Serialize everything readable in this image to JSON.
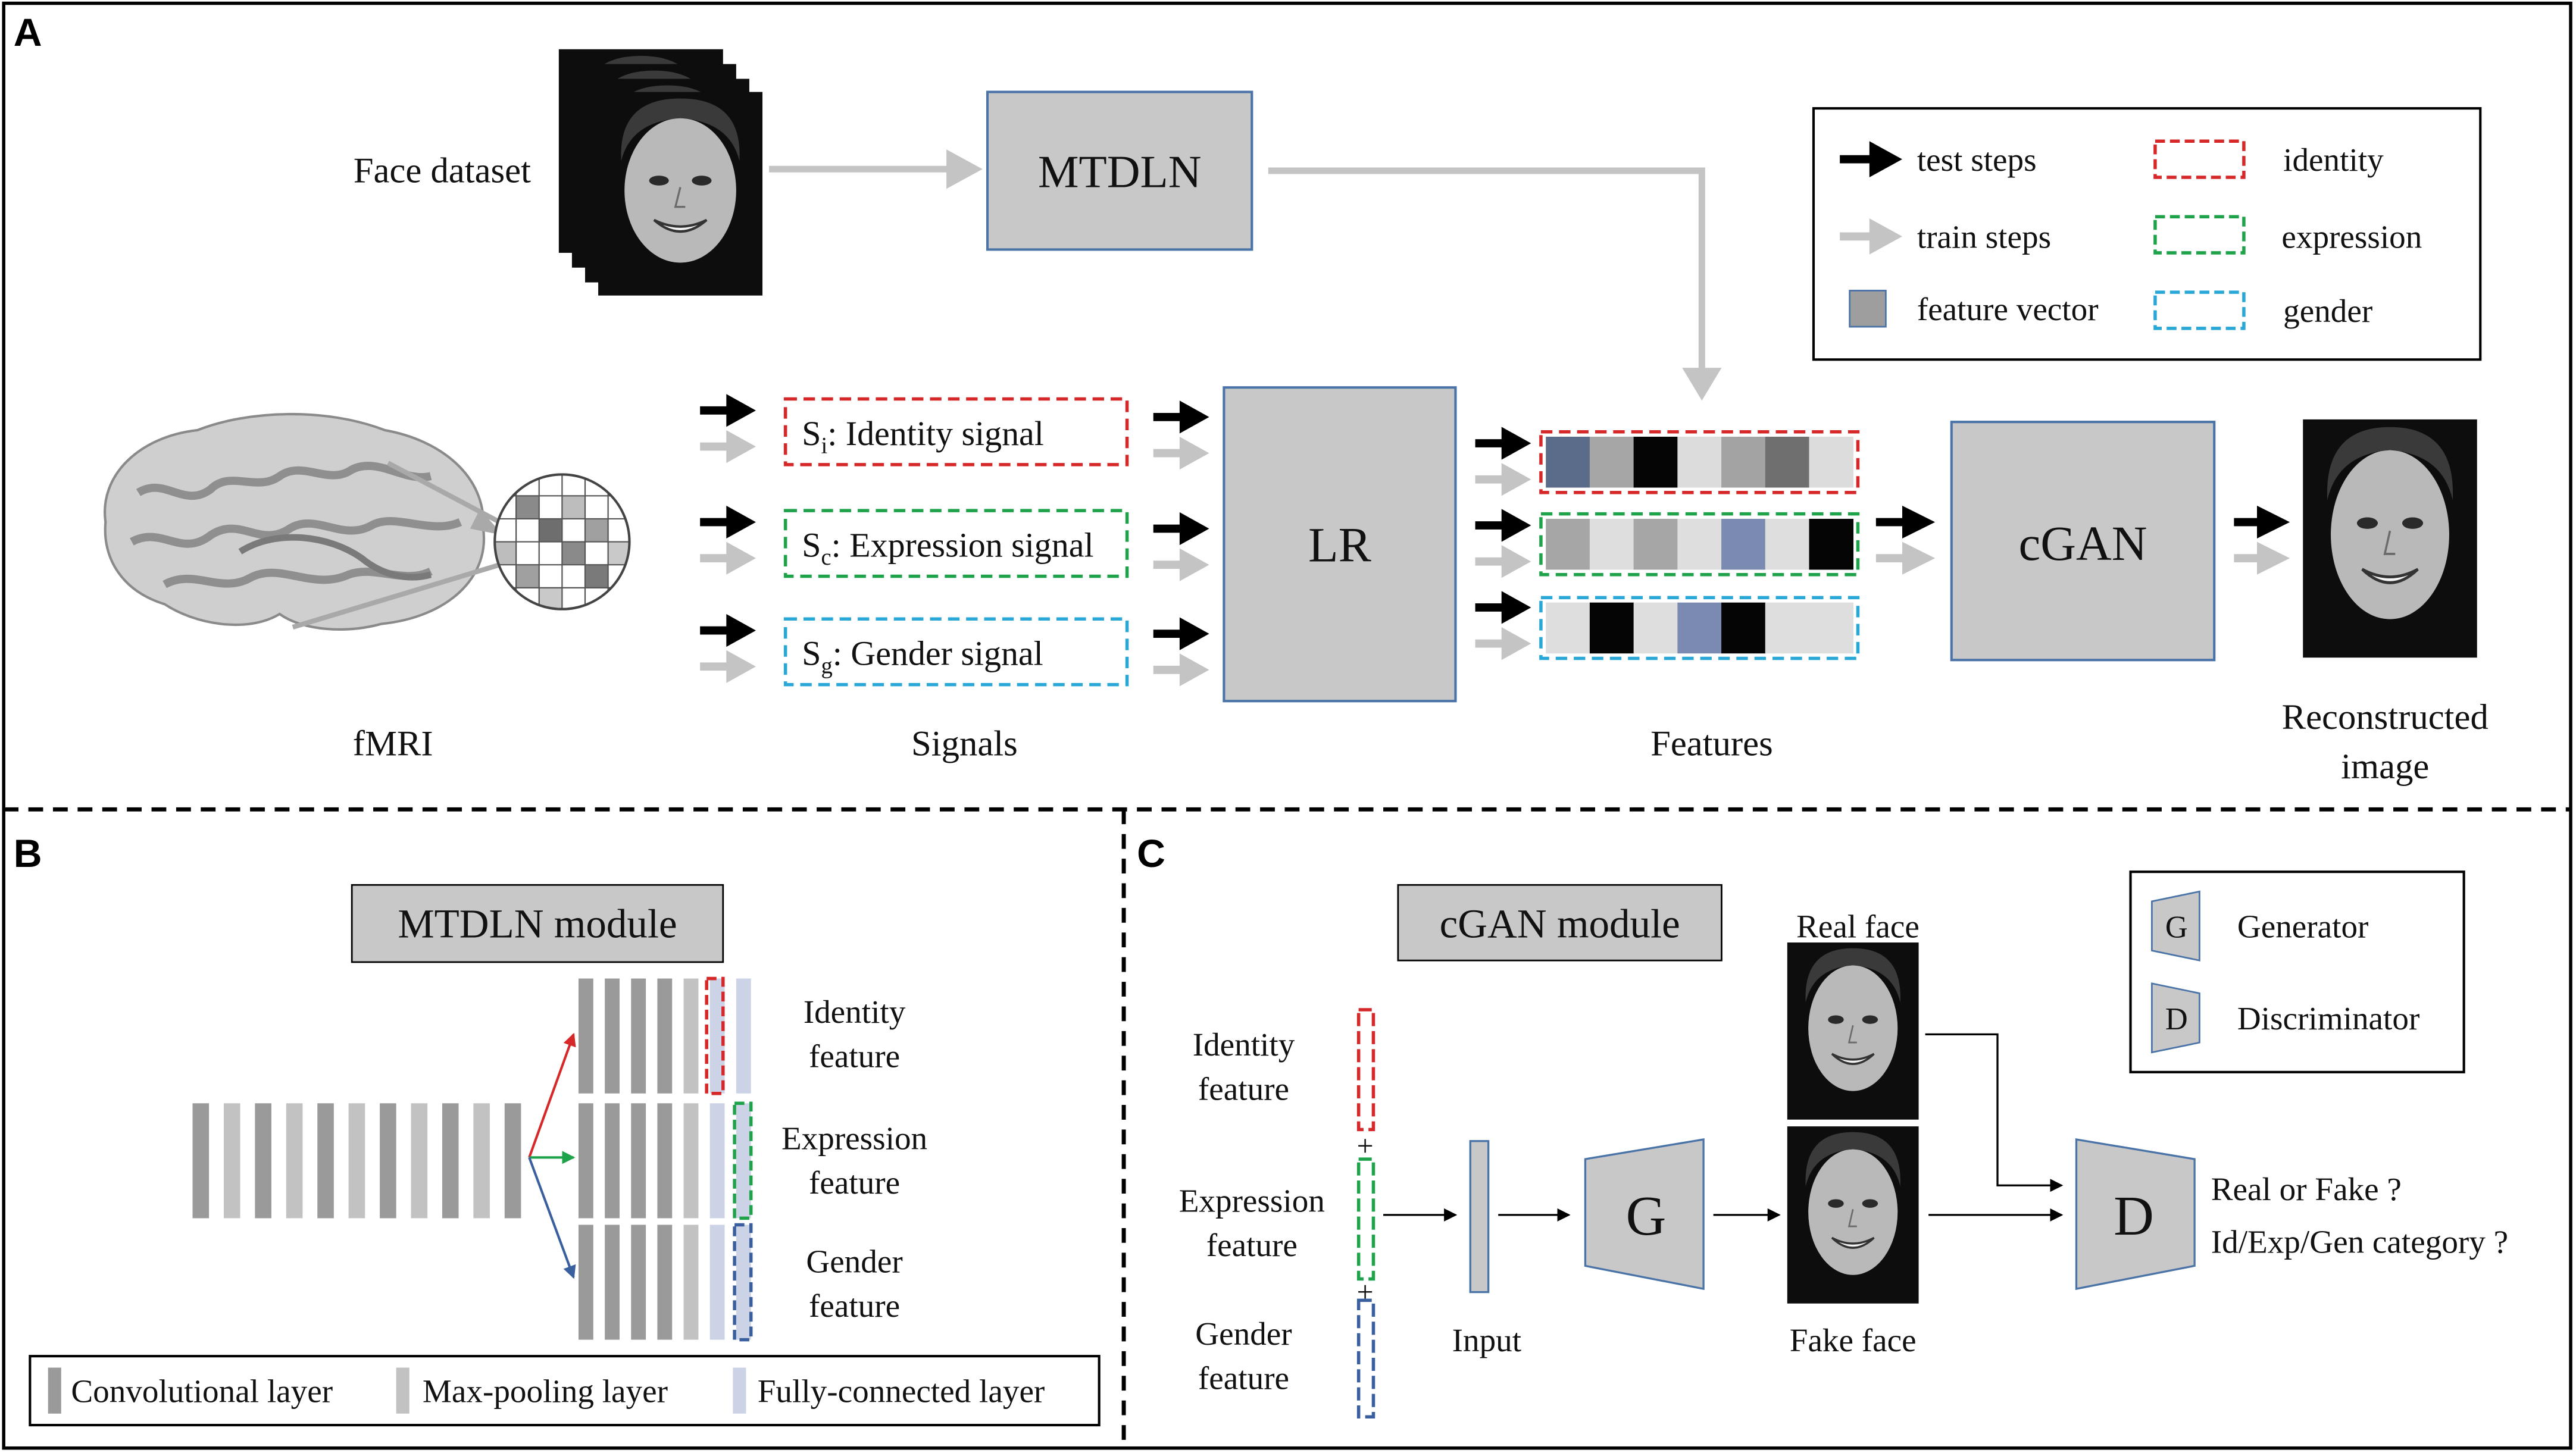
{
  "panel_a": {
    "letter": "A",
    "face_dataset_label": "Face dataset",
    "mtdln_label": "MTDLN",
    "fmri_label": "fMRI",
    "signals": {
      "identity_prefix": "S",
      "identity_sub": "i",
      "identity_text": ": Identity signal",
      "expression_prefix": "S",
      "expression_sub": "c",
      "expression_text": ": Expression signal",
      "gender_prefix": "S",
      "gender_sub": "g",
      "gender_text": ": Gender signal"
    },
    "signals_label": "Signals",
    "lr_label": "LR",
    "features_label": "Features",
    "cgan_label": "cGAN",
    "reconstructed_line1": "Reconstructed",
    "reconstructed_line2": "image",
    "legend": {
      "test_steps": "test steps",
      "train_steps": "train steps",
      "feature_vector": "feature vector",
      "identity": "identity",
      "expression": "expression",
      "gender": "gender"
    },
    "feature_cells": {
      "identity": [
        "#5b6b8a",
        "#a6a6a6",
        "#050505",
        "#dcdcdc",
        "#a3a3a3",
        "#6f6f6f",
        "#dcdcdc"
      ],
      "expression": [
        "#a6a6a6",
        "#dedede",
        "#a6a6a6",
        "#dedede",
        "#7a8ab0",
        "#dedede",
        "#050505"
      ],
      "gender": [
        "#dedede",
        "#050505",
        "#dedede",
        "#7a8ab0",
        "#050505",
        "#dedede",
        "#dedede"
      ]
    }
  },
  "panel_b": {
    "letter": "B",
    "module_label": "MTDLN module",
    "identity_line1": "Identity",
    "identity_line2": "feature",
    "expression_line1": "Expression",
    "expression_line2": "feature",
    "gender_line1": "Gender",
    "gender_line2": "feature",
    "legend_conv": "Convolutional layer",
    "legend_pool": "Max-pooling layer",
    "legend_fc": "Fully-connected layer"
  },
  "panel_c": {
    "letter": "C",
    "module_label": "cGAN module",
    "identity_line1": "Identity",
    "identity_line2": "feature",
    "expression_line1": "Expression",
    "expression_line2": "feature",
    "gender_line1": "Gender",
    "gender_line2": "feature",
    "plus": "+",
    "input_label": "Input",
    "g_label": "G",
    "d_label": "D",
    "real_face_label": "Real face",
    "fake_face_label": "Fake face",
    "output_line1": "Real or Fake ?",
    "output_line2": "Id/Exp/Gen category ?",
    "legend_g_letter": "G",
    "legend_g_text": "Generator",
    "legend_d_letter": "D",
    "legend_d_text": "Discriminator"
  },
  "colors": {
    "identity": "#d62828",
    "expression": "#1fa34a",
    "gender": "#29a8d8",
    "gender_panel_c": "#3a5f9e",
    "box_fill": "#c8c8c8",
    "box_stroke": "#4a74a8",
    "train_arrow": "#c4c4c4",
    "test_arrow": "#000000"
  }
}
